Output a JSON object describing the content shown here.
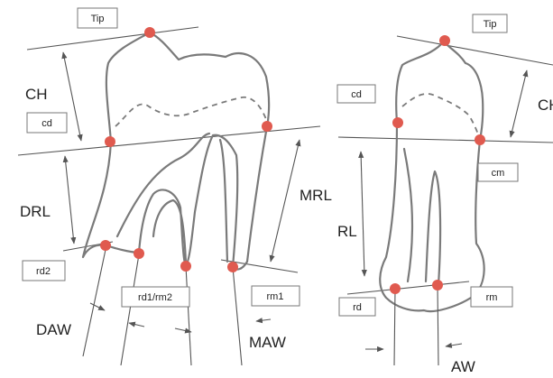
{
  "colors": {
    "landmark": "#e05a4f",
    "outline": "#7a7a7a",
    "line": "#555555"
  },
  "molar": {
    "boxes": {
      "tip": "Tip",
      "cd": "cd",
      "rd2": "rd2",
      "rd1_rm2": "rd1/rm2",
      "rm1": "rm1"
    },
    "measures": {
      "ch": "CH",
      "drl": "DRL",
      "mrl": "MRL",
      "daw": "DAW",
      "maw": "MAW"
    }
  },
  "premolar": {
    "boxes": {
      "tip": "Tip",
      "cd": "cd",
      "cm": "cm",
      "rd": "rd",
      "rm": "rm"
    },
    "measures": {
      "ch": "CH",
      "rl": "RL",
      "aw": "AW"
    }
  }
}
